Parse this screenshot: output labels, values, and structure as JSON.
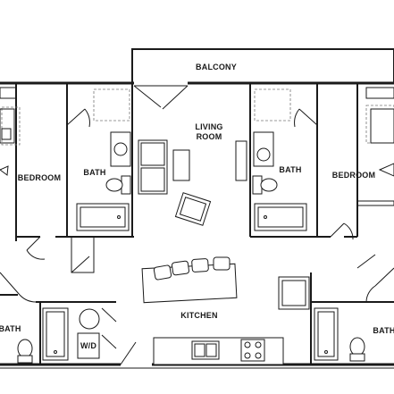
{
  "labels": {
    "balcony": "BALCONY",
    "living_line1": "LIVING",
    "living_line2": "ROOM",
    "bedroom_left": "BEDROOM",
    "bedroom_right": "BEDROOM",
    "bath_left": "BATH",
    "bath_right": "BATH",
    "bath_bottom_left": "BATH",
    "bath_bottom_right": "BATH",
    "kitchen": "KITCHEN",
    "washer_dryer": "W/D"
  }
}
